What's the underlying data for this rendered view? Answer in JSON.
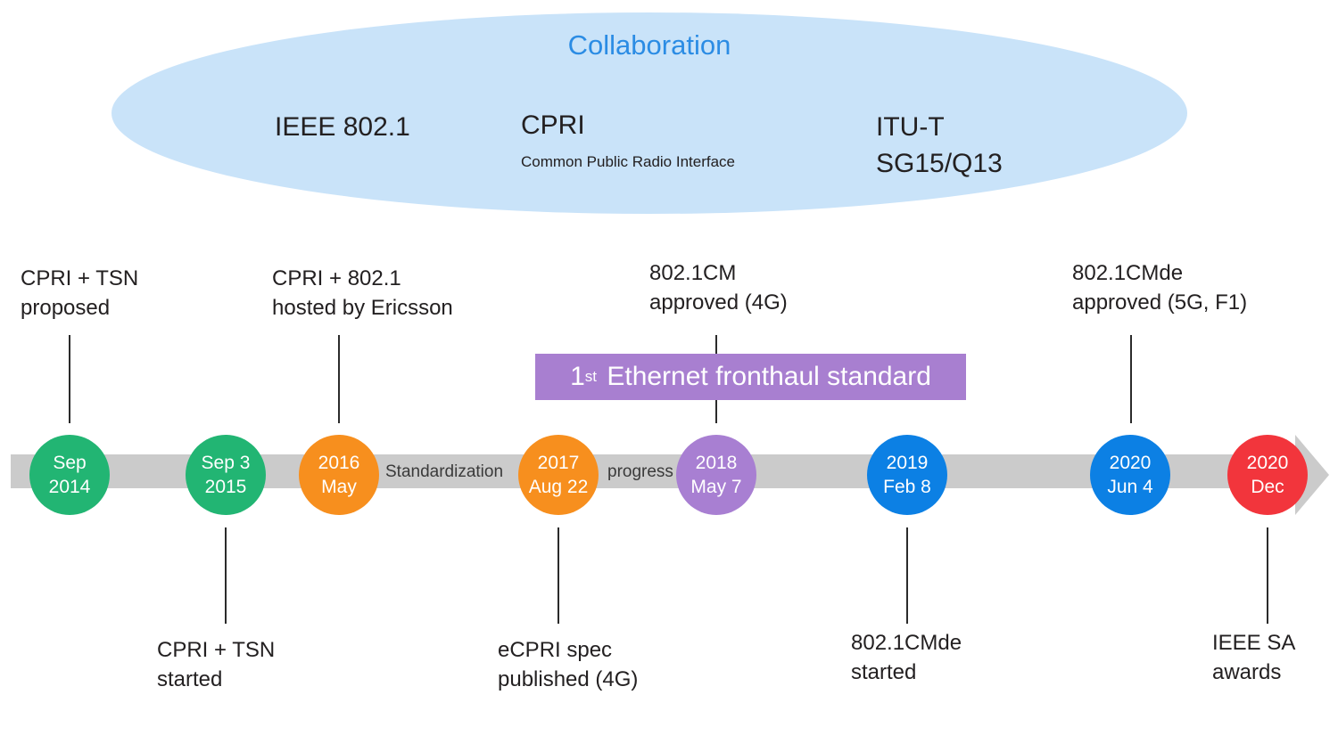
{
  "collaboration": {
    "title": "Collaboration",
    "title_color": "#2B8CE4",
    "ellipse_color": "#C9E3F9",
    "orgs": [
      {
        "name": "IEEE 802.1"
      },
      {
        "name": "CPRI",
        "subtitle": "Common Public Radio Interface"
      },
      {
        "name": "ITU-T\nSG15/Q13"
      }
    ]
  },
  "banner": {
    "number": "1",
    "ordinal": "st",
    "label": "Ethernet fronthaul standard",
    "bg_color": "#A87FD0"
  },
  "timeline": {
    "bar_color": "#CBCBCB",
    "label_left": "Standardization",
    "label_right": "progress",
    "milestones": [
      {
        "line1": "Sep",
        "line2": "2014",
        "color": "#22B573",
        "annotation": "CPRI + TSN\nproposed",
        "annotation_position": "above"
      },
      {
        "line1": "Sep 3",
        "line2": "2015",
        "color": "#22B573",
        "annotation": "CPRI + TSN\nstarted",
        "annotation_position": "below"
      },
      {
        "line1": "2016",
        "line2": "May",
        "color": "#F78F1E",
        "annotation": "CPRI + 802.1\nhosted by Ericsson",
        "annotation_position": "above"
      },
      {
        "line1": "2017",
        "line2": "Aug 22",
        "color": "#F78F1E",
        "annotation": "eCPRI spec\npublished (4G)",
        "annotation_position": "below"
      },
      {
        "line1": "2018",
        "line2": "May 7",
        "color": "#A87FD2",
        "annotation": "802.1CM\napproved (4G)",
        "annotation_position": "above"
      },
      {
        "line1": "2019",
        "line2": "Feb 8",
        "color": "#0C80E4",
        "annotation": "802.1CMde\nstarted",
        "annotation_position": "below"
      },
      {
        "line1": "2020",
        "line2": "Jun 4",
        "color": "#0C80E4",
        "annotation": "802.1CMde\napproved (5G, F1)",
        "annotation_position": "above"
      },
      {
        "line1": "2020",
        "line2": "Dec",
        "color": "#F2353C",
        "annotation": "IEEE SA\nawards",
        "annotation_position": "below"
      }
    ]
  }
}
